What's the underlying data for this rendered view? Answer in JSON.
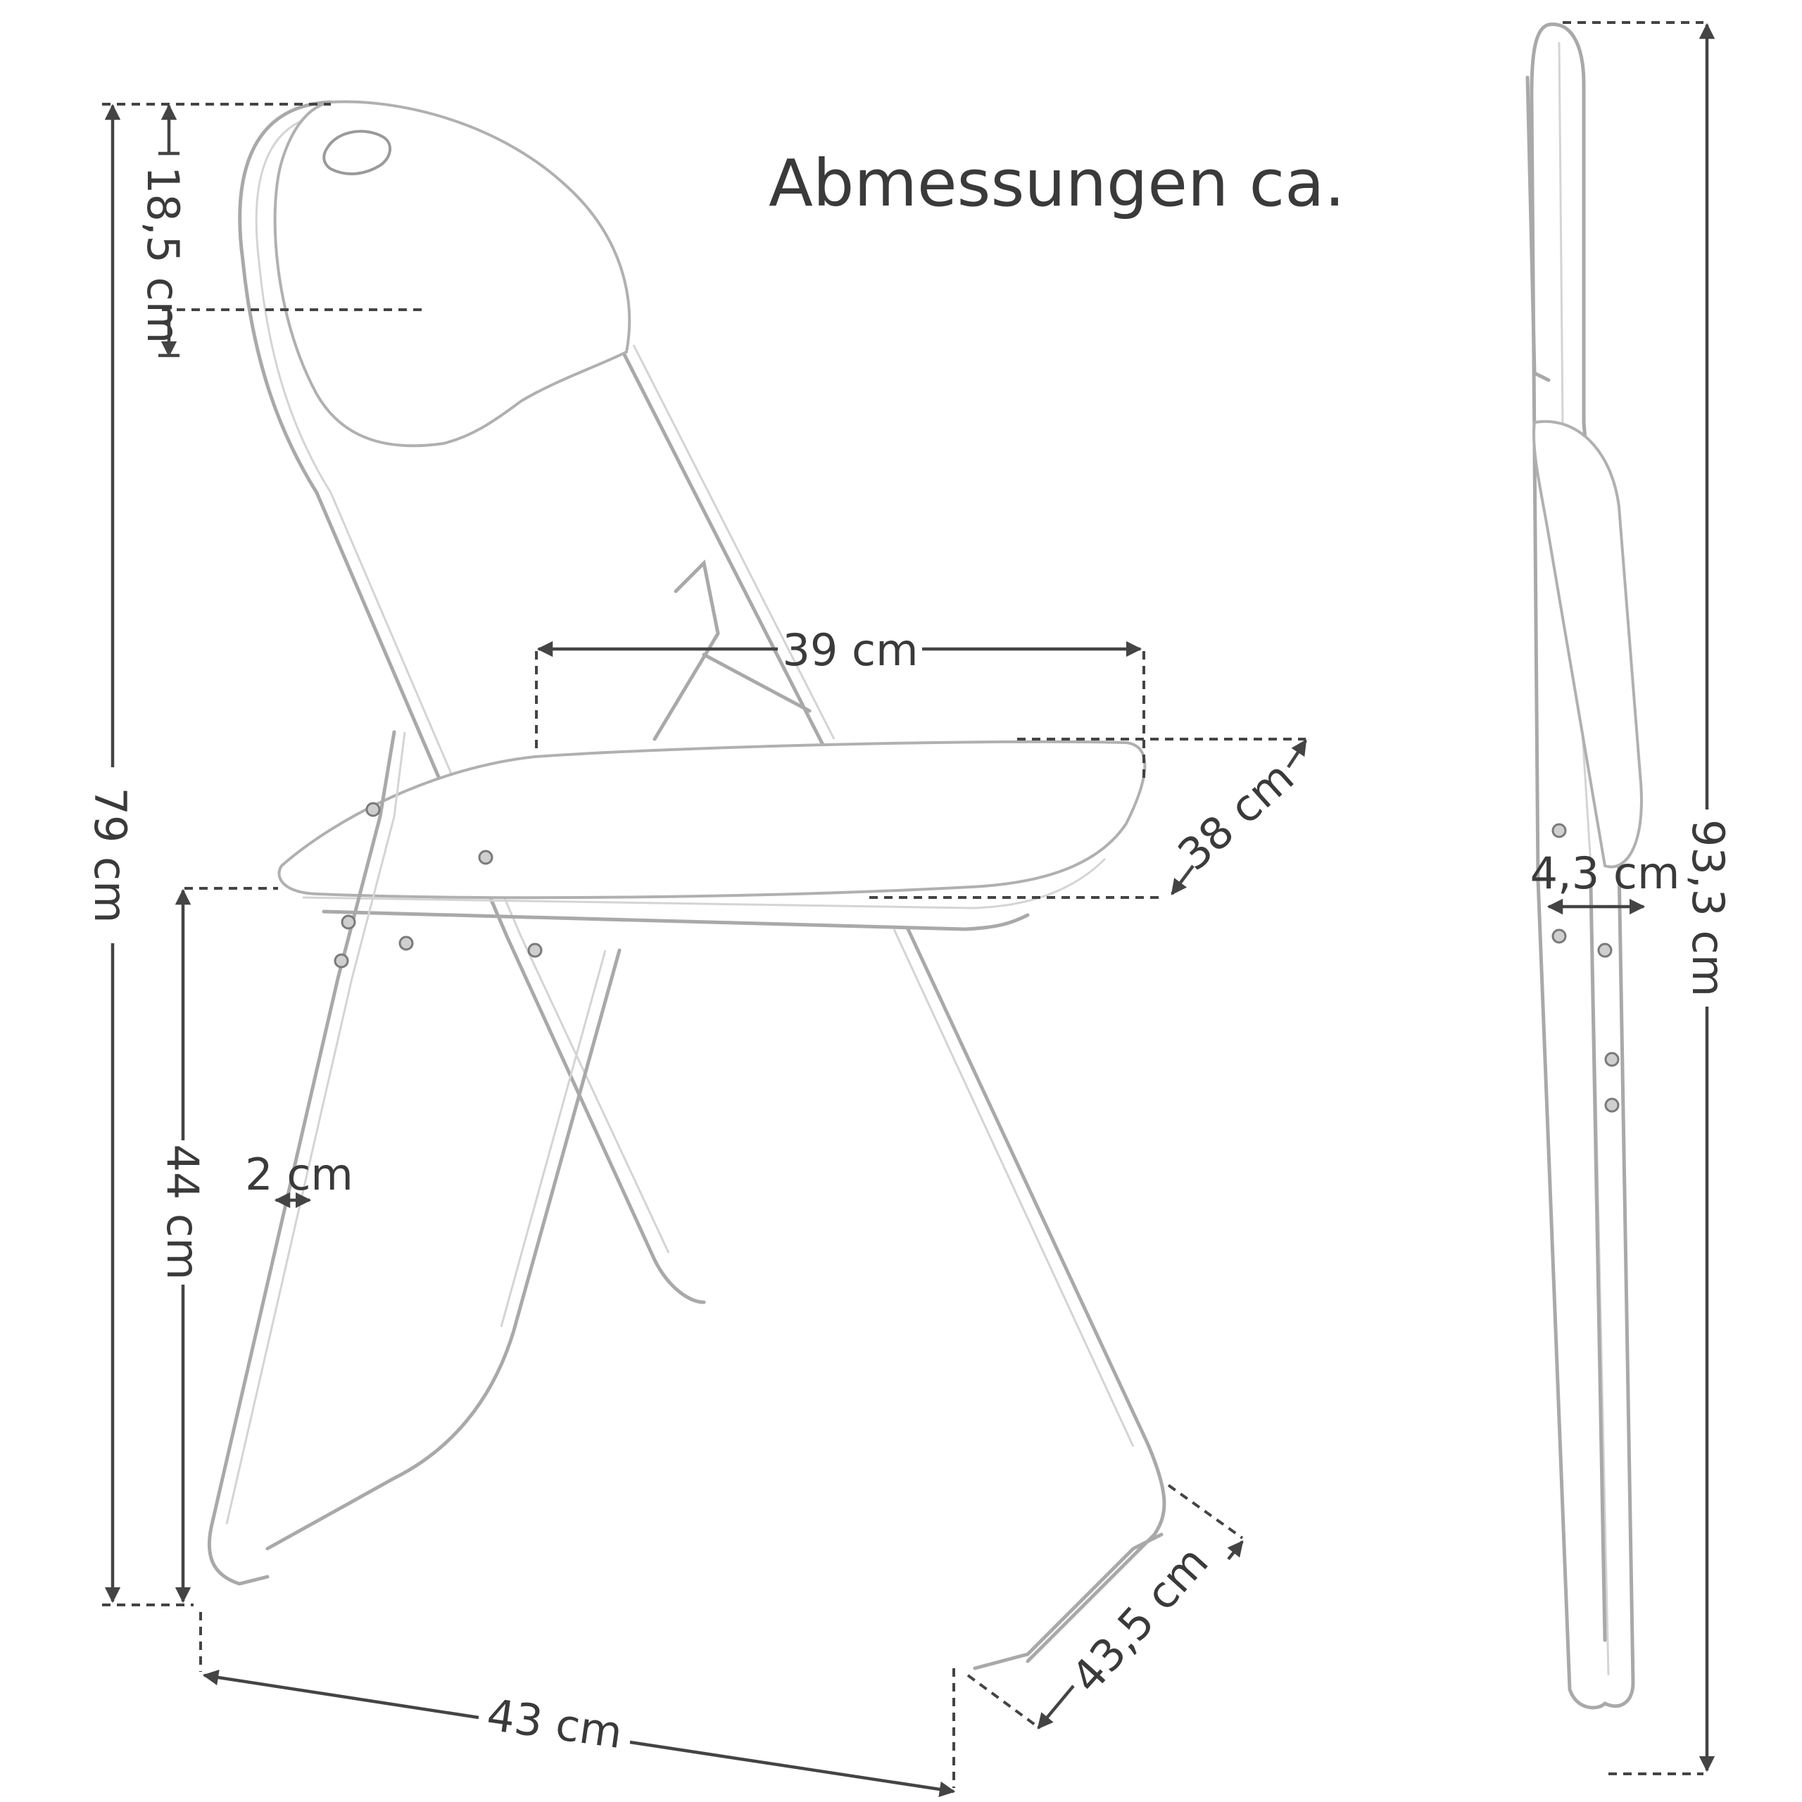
{
  "title": "Abmessungen ca.",
  "dimensions": {
    "backrest_height": "18,5 cm",
    "total_height": "79 cm",
    "seat_height": "44 cm",
    "tube_diameter": "2 cm",
    "seat_width": "39 cm",
    "seat_depth": "38 cm",
    "base_depth": "43 cm",
    "base_width": "43,5 cm",
    "folded_height": "93,3 cm",
    "folded_depth": "4,3 cm"
  },
  "colors": {
    "text": "#3a3a3a",
    "dimension_lines": "#444444",
    "chrome_frame": "#a9a9a9",
    "background": "#ffffff"
  }
}
